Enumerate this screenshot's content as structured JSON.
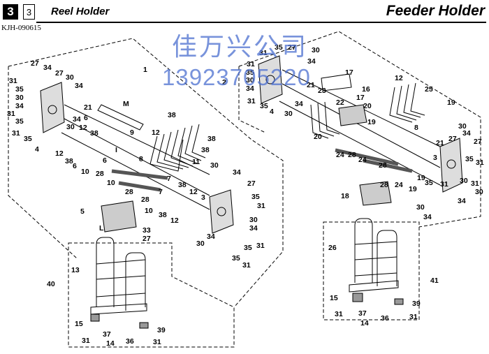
{
  "header": {
    "section_number": "3",
    "section_index": "3",
    "left_title": "Reel Holder",
    "right_title": "Feeder Holder",
    "doc_code": "KJH-090615"
  },
  "watermark": {
    "line1": "佳万兴公司",
    "line2": "13923705220",
    "color": "#4c6fd0"
  },
  "callouts_left": [
    {
      "id": "L1",
      "text": "1"
    },
    {
      "id": "L2",
      "text": "27"
    },
    {
      "id": "L3",
      "text": "34"
    },
    {
      "id": "L4",
      "text": "27"
    },
    {
      "id": "L5",
      "text": "31"
    },
    {
      "id": "L6",
      "text": "30"
    },
    {
      "id": "L7",
      "text": "34"
    },
    {
      "id": "L8",
      "text": "35"
    },
    {
      "id": "L9",
      "text": "30"
    },
    {
      "id": "L10",
      "text": "34"
    },
    {
      "id": "L11",
      "text": "31"
    },
    {
      "id": "L12",
      "text": "35"
    },
    {
      "id": "L13",
      "text": "31"
    },
    {
      "id": "L14",
      "text": "35"
    },
    {
      "id": "L15",
      "text": "4"
    },
    {
      "id": "L16",
      "text": "30"
    },
    {
      "id": "L17",
      "text": "34"
    },
    {
      "id": "L18",
      "text": "12"
    },
    {
      "id": "L19",
      "text": "21"
    },
    {
      "id": "L20",
      "text": "38"
    },
    {
      "id": "L21",
      "text": "M"
    },
    {
      "id": "L22",
      "text": "6"
    },
    {
      "id": "L23",
      "text": "9"
    },
    {
      "id": "L24",
      "text": "38"
    },
    {
      "id": "L25",
      "text": "12"
    },
    {
      "id": "L26",
      "text": "38"
    },
    {
      "id": "L27",
      "text": "12"
    },
    {
      "id": "L28",
      "text": "I"
    },
    {
      "id": "L29",
      "text": "38"
    },
    {
      "id": "L30",
      "text": "6"
    },
    {
      "id": "L31",
      "text": "6"
    },
    {
      "id": "L32",
      "text": "10"
    },
    {
      "id": "L33",
      "text": "28"
    },
    {
      "id": "L34",
      "text": "8"
    },
    {
      "id": "L35",
      "text": "11"
    },
    {
      "id": "L36",
      "text": "38"
    },
    {
      "id": "L37",
      "text": "30"
    },
    {
      "id": "L38",
      "text": "34"
    },
    {
      "id": "L39",
      "text": "7"
    },
    {
      "id": "L40",
      "text": "7"
    },
    {
      "id": "L41",
      "text": "27"
    },
    {
      "id": "L42",
      "text": "3"
    },
    {
      "id": "L43",
      "text": "38"
    },
    {
      "id": "L44",
      "text": "12"
    },
    {
      "id": "L45",
      "text": "10"
    },
    {
      "id": "L46",
      "text": "28"
    },
    {
      "id": "L47",
      "text": "28"
    },
    {
      "id": "L48",
      "text": "10"
    },
    {
      "id": "L49",
      "text": "5"
    },
    {
      "id": "L50",
      "text": "38"
    },
    {
      "id": "L51",
      "text": "12"
    },
    {
      "id": "L52",
      "text": "L"
    },
    {
      "id": "L53",
      "text": "33"
    },
    {
      "id": "L54",
      "text": "27"
    },
    {
      "id": "L55",
      "text": "35"
    },
    {
      "id": "L56",
      "text": "31"
    },
    {
      "id": "L57",
      "text": "30"
    },
    {
      "id": "L58",
      "text": "34"
    },
    {
      "id": "L59",
      "text": "34"
    },
    {
      "id": "L60",
      "text": "30"
    },
    {
      "id": "L61",
      "text": "31"
    },
    {
      "id": "L62",
      "text": "35"
    },
    {
      "id": "L63",
      "text": "35"
    },
    {
      "id": "L64",
      "text": "31"
    },
    {
      "id": "L65",
      "text": "40"
    },
    {
      "id": "L66",
      "text": "13"
    },
    {
      "id": "L67",
      "text": "15"
    },
    {
      "id": "L68",
      "text": "31"
    },
    {
      "id": "L69",
      "text": "37"
    },
    {
      "id": "L70",
      "text": "14"
    },
    {
      "id": "L71",
      "text": "36"
    },
    {
      "id": "L72",
      "text": "39"
    },
    {
      "id": "L73",
      "text": "31"
    }
  ],
  "callouts_right": [
    {
      "id": "R1",
      "text": "35"
    },
    {
      "id": "R2",
      "text": "27"
    },
    {
      "id": "R3",
      "text": "31"
    },
    {
      "id": "R4",
      "text": "30"
    },
    {
      "id": "R5",
      "text": "34"
    },
    {
      "id": "R6",
      "text": "31"
    },
    {
      "id": "R7",
      "text": "35"
    },
    {
      "id": "R8",
      "text": "30"
    },
    {
      "id": "R9",
      "text": "34"
    },
    {
      "id": "R10",
      "text": "2"
    },
    {
      "id": "R11",
      "text": "17"
    },
    {
      "id": "R12",
      "text": "12"
    },
    {
      "id": "R13",
      "text": "25"
    },
    {
      "id": "R14",
      "text": "21"
    },
    {
      "id": "R15",
      "text": "23"
    },
    {
      "id": "R16",
      "text": "16"
    },
    {
      "id": "R17",
      "text": "17"
    },
    {
      "id": "R18",
      "text": "31"
    },
    {
      "id": "R19",
      "text": "35"
    },
    {
      "id": "R20",
      "text": "4"
    },
    {
      "id": "R21",
      "text": "34"
    },
    {
      "id": "R22",
      "text": "30"
    },
    {
      "id": "R23",
      "text": "22"
    },
    {
      "id": "R24",
      "text": "20"
    },
    {
      "id": "R25",
      "text": "19"
    },
    {
      "id": "R26",
      "text": "19"
    },
    {
      "id": "R27",
      "text": "8"
    },
    {
      "id": "R28",
      "text": "30"
    },
    {
      "id": "R29",
      "text": "20"
    },
    {
      "id": "R30",
      "text": "27"
    },
    {
      "id": "R31",
      "text": "34"
    },
    {
      "id": "R32",
      "text": "21"
    },
    {
      "id": "R33",
      "text": "27"
    },
    {
      "id": "R34",
      "text": "3"
    },
    {
      "id": "R35",
      "text": "35"
    },
    {
      "id": "R36",
      "text": "31"
    },
    {
      "id": "R37",
      "text": "24"
    },
    {
      "id": "R38",
      "text": "28"
    },
    {
      "id": "R39",
      "text": "24"
    },
    {
      "id": "R40",
      "text": "28"
    },
    {
      "id": "R41",
      "text": "19"
    },
    {
      "id": "R42",
      "text": "19"
    },
    {
      "id": "R43",
      "text": "28"
    },
    {
      "id": "R44",
      "text": "24"
    },
    {
      "id": "R45",
      "text": "30"
    },
    {
      "id": "R46",
      "text": "31"
    },
    {
      "id": "R47",
      "text": "30"
    },
    {
      "id": "R48",
      "text": "34"
    },
    {
      "id": "R49",
      "text": "35"
    },
    {
      "id": "R50",
      "text": "31"
    },
    {
      "id": "R51",
      "text": "18"
    },
    {
      "id": "R52",
      "text": "30"
    },
    {
      "id": "R53",
      "text": "34"
    },
    {
      "id": "R54",
      "text": "26"
    },
    {
      "id": "R55",
      "text": "41"
    },
    {
      "id": "R56",
      "text": "15"
    },
    {
      "id": "R57",
      "text": "37"
    },
    {
      "id": "R58",
      "text": "39"
    },
    {
      "id": "R59",
      "text": "31"
    },
    {
      "id": "R60",
      "text": "14"
    },
    {
      "id": "R61",
      "text": "36"
    },
    {
      "id": "R62",
      "text": "31"
    }
  ]
}
